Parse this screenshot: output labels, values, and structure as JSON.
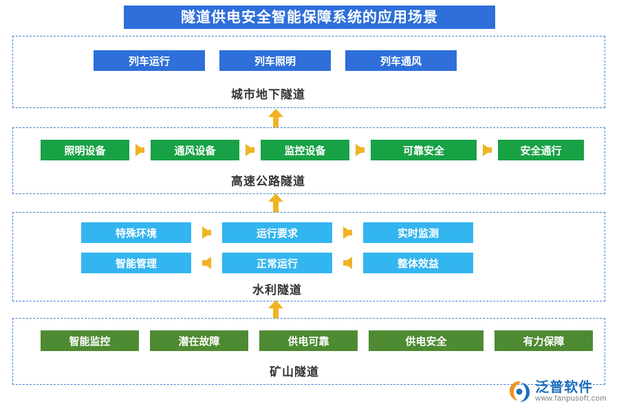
{
  "title": "隧道供电安全智能保障系统的应用场景",
  "theme": {
    "title_bg": "#2e6fd9",
    "panel_border": "#3f7fd0",
    "arrow": "#f0b323",
    "blue": "#2e6fd9",
    "green": "#18a145",
    "cyan": "#33b5f0",
    "olive": "#4e8a32",
    "logo_blue": "#1f6fbe"
  },
  "sections": [
    {
      "label": "城市地下隧道",
      "chips": [
        "列车运行",
        "列车照明",
        "列车通风"
      ]
    },
    {
      "label": "高速公路隧道",
      "chips": [
        "照明设备",
        "通风设备",
        "监控设备",
        "可靠安全",
        "安全通行"
      ]
    },
    {
      "label": "水利隧道",
      "chips_row1": [
        "特殊环境",
        "运行要求",
        "实时监测"
      ],
      "chips_row2": [
        "智能管理",
        "正常运行",
        "整体效益"
      ]
    },
    {
      "label": "矿山隧道",
      "chips": [
        "智能监控",
        "潜在故障",
        "供电可靠",
        "供电安全",
        "有力保障"
      ]
    }
  ],
  "logo": {
    "name_cn": "泛普软件",
    "name_en": "www.fanpusoft.com"
  }
}
